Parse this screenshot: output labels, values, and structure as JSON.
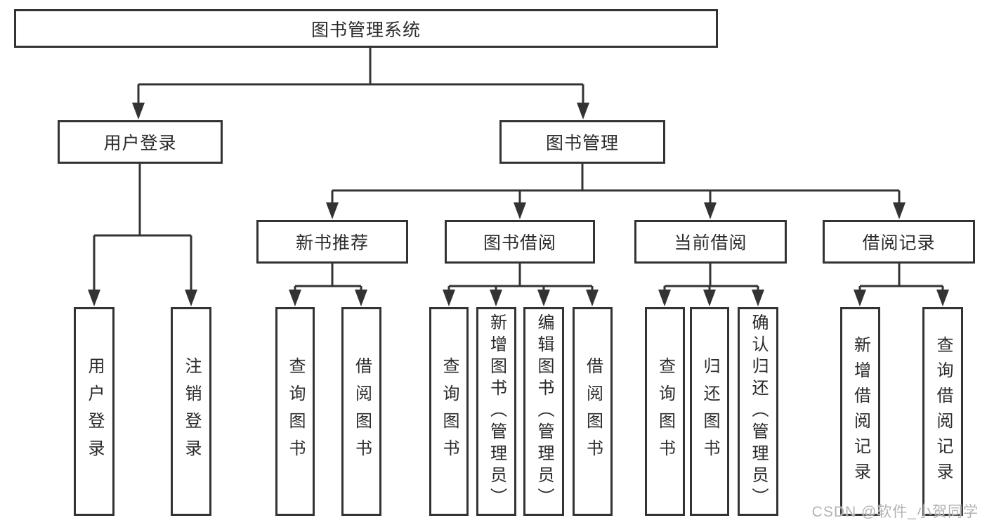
{
  "tree": {
    "label": "图书管理系统",
    "children": [
      {
        "label": "用户登录",
        "children": [
          {
            "label": "用户登录"
          },
          {
            "label": "注销登录"
          }
        ]
      },
      {
        "label": "图书管理",
        "children": [
          {
            "label": "新书推荐",
            "children": [
              {
                "label": "查询图书"
              },
              {
                "label": "借阅图书"
              }
            ]
          },
          {
            "label": "图书借阅",
            "children": [
              {
                "label": "查询图书"
              },
              {
                "label": "新增图书（管理员）"
              },
              {
                "label": "编辑图书（管理员）"
              },
              {
                "label": "借阅图书"
              }
            ]
          },
          {
            "label": "当前借阅",
            "children": [
              {
                "label": "查询图书"
              },
              {
                "label": "归还图书"
              },
              {
                "label": "确认归还（管理员）"
              }
            ]
          },
          {
            "label": "借阅记录",
            "children": [
              {
                "label": "新增借阅记录"
              },
              {
                "label": "查询借阅记录"
              }
            ]
          }
        ]
      }
    ]
  },
  "watermark": "CSDN @软件_小贺同学",
  "colors": {
    "line": "#333333",
    "text": "#2b2b2b",
    "watermark": "#b3b3b3",
    "background": "#ffffff"
  }
}
